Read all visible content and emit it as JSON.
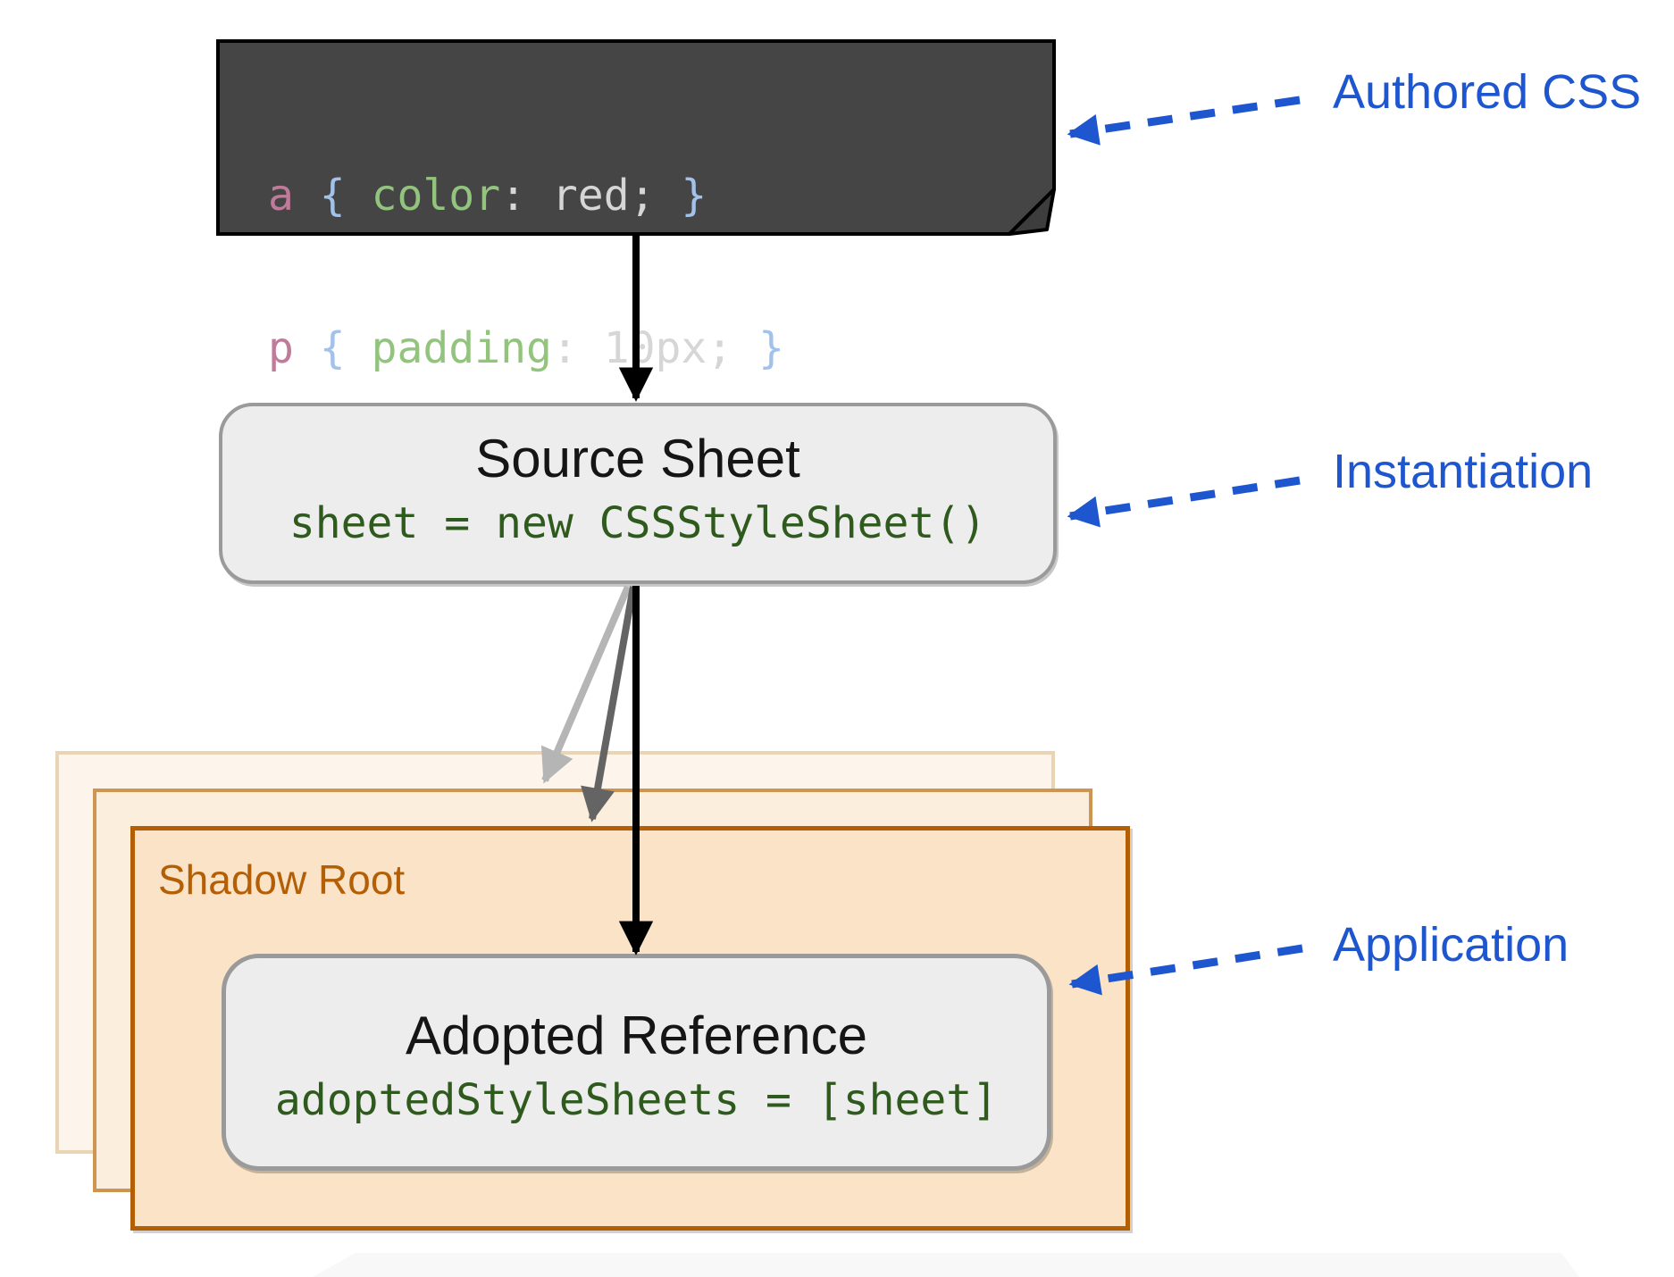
{
  "colors": {
    "annotation_blue": "#1d56cf",
    "shadow_root_orange": "#b45f06",
    "code_green": "#2f5a1d",
    "code_block_bg": "#454545",
    "token_selector_pink": "#c07b9b",
    "token_brace_blue": "#a3c2ea",
    "token_property_green": "#93c47d",
    "token_value_gray": "#d6d6d6",
    "box_fill_gray": "#ededed",
    "box_border_gray": "#9a9a9a"
  },
  "code_block": {
    "line1": {
      "selector": "a",
      "open": " { ",
      "property": "color",
      "rest": ": red; ",
      "close": "}"
    },
    "line2": {
      "selector": "p",
      "open": " { ",
      "property": "padding",
      "rest": ": 10px; ",
      "close": "}"
    }
  },
  "source_sheet": {
    "title": "Source Sheet",
    "code": "sheet = new CSSStyleSheet()"
  },
  "shadow_root": {
    "label": "Shadow Root"
  },
  "adopted_reference": {
    "title": "Adopted Reference",
    "code": "adoptedStyleSheets = [sheet]"
  },
  "annotations": {
    "authored": "Authored CSS",
    "instantiation": "Instantiation",
    "application": "Application"
  }
}
